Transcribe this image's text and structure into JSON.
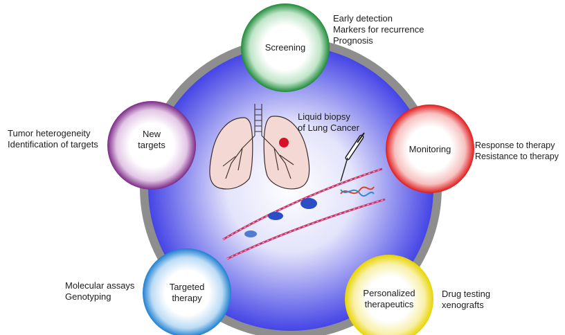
{
  "center": {
    "title_line1": "Liquid biopsy",
    "title_line2": "of Lung Cancer"
  },
  "nodes": {
    "screening": {
      "label": "Screening",
      "color": "#1f8a3a",
      "notes": [
        "Early detection",
        "Markers for recurrence",
        "Prognosis"
      ]
    },
    "new_targets": {
      "label_line1": "New",
      "label_line2": "targets",
      "color": "#7b2a86",
      "notes": [
        "Tumor heterogeneity",
        "Identification of targets"
      ]
    },
    "monitoring": {
      "label": "Monitoring",
      "color": "#e01b1b",
      "notes": [
        "Response to therapy",
        "Resistance to therapy"
      ]
    },
    "targeted_therapy": {
      "label_line1": "Targeted",
      "label_line2": "therapy",
      "color": "#1f7fd0",
      "notes": [
        "Molecular assays",
        "Genotyping"
      ]
    },
    "personalized": {
      "label_line1": "Personalized",
      "label_line2": "therapeutics",
      "color": "#e8d400",
      "notes": [
        "Drug testing",
        "xenografts"
      ]
    }
  },
  "colors": {
    "ring": "#8e8e8e",
    "disc_center": "#ffffff",
    "disc_edge": "#4545e6",
    "vessel": "#e9a7c0",
    "lung": "#f3d8d3",
    "tumor": "#d8102a",
    "cell": "#2a4fc4"
  }
}
